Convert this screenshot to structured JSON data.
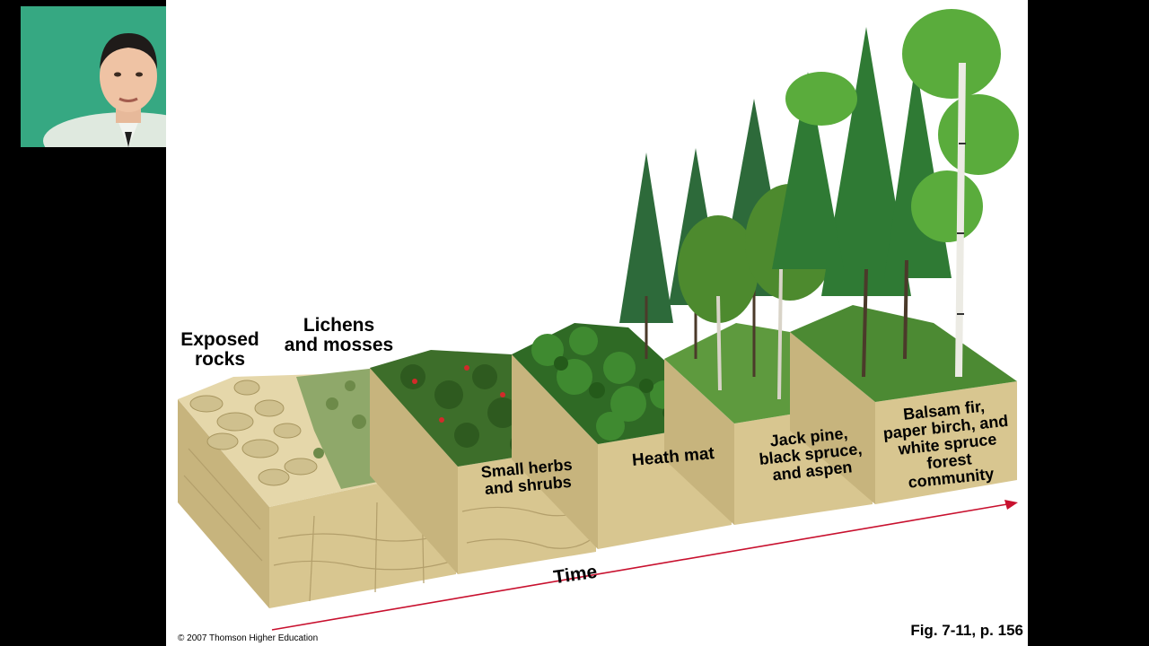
{
  "slide": {
    "labels": {
      "exposed_rocks": "Exposed\nrocks",
      "lichens_mosses": "Lichens\nand mosses",
      "small_herbs": "Small herbs\nand shrubs",
      "heath_mat": "Heath mat",
      "jack_pine": "Jack pine,\nblack spruce,\nand aspen",
      "balsam_fir": "Balsam fir,\npaper birch, and\nwhite spruce\nforest\ncommunity",
      "time": "Time"
    },
    "copyright": "© 2007 Thomson Higher Education",
    "figure_ref": "Fig. 7-11, p. 156"
  },
  "colors": {
    "soil": "#d8c690",
    "soil_dark": "#b9a671",
    "rock": "#e3d6ae",
    "arrow": "#c8102e",
    "webcam_bg": "#36a882"
  }
}
